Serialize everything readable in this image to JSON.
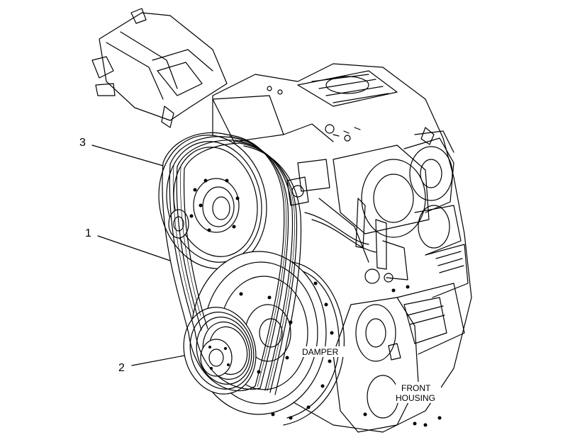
{
  "callouts": [
    {
      "id": "3",
      "label": "3"
    },
    {
      "id": "1",
      "label": "1"
    },
    {
      "id": "2",
      "label": "2"
    }
  ],
  "component_labels": {
    "damper": "DAMPER",
    "front_housing_line1": "FRONT",
    "front_housing_line2": "HOUSING"
  },
  "colors": {
    "line": "#000000",
    "background": "#ffffff"
  }
}
